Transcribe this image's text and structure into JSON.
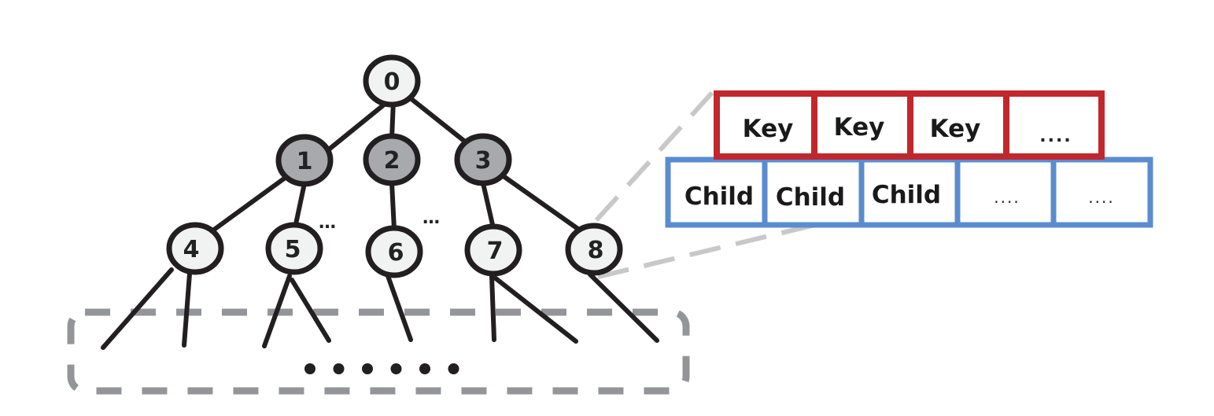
{
  "colors": {
    "stroke": "#231f20",
    "node_fill": "#f1f2f2",
    "node_fill_highlight": "#a7a9ac",
    "key_border": "#c1272d",
    "child_border": "#5a8ccf",
    "dash": "#939598",
    "callout": "#c8c8c8"
  },
  "tree": {
    "nodes": [
      {
        "id": "0",
        "label": "0",
        "highlight": false
      },
      {
        "id": "1",
        "label": "1",
        "highlight": true
      },
      {
        "id": "2",
        "label": "2",
        "highlight": true
      },
      {
        "id": "3",
        "label": "3",
        "highlight": true
      },
      {
        "id": "4",
        "label": "4",
        "highlight": false
      },
      {
        "id": "5",
        "label": "5",
        "highlight": false
      },
      {
        "id": "6",
        "label": "6",
        "highlight": false
      },
      {
        "id": "7",
        "label": "7",
        "highlight": false
      },
      {
        "id": "8",
        "label": "8",
        "highlight": false
      }
    ],
    "gap_marks": [
      "…",
      "…"
    ],
    "bottom_dots_count": 6
  },
  "node_layout": {
    "key_row": [
      "Key",
      "Key",
      "Key",
      "...."
    ],
    "child_row": [
      "Child",
      "Child",
      "Child",
      "....",
      "...."
    ]
  }
}
